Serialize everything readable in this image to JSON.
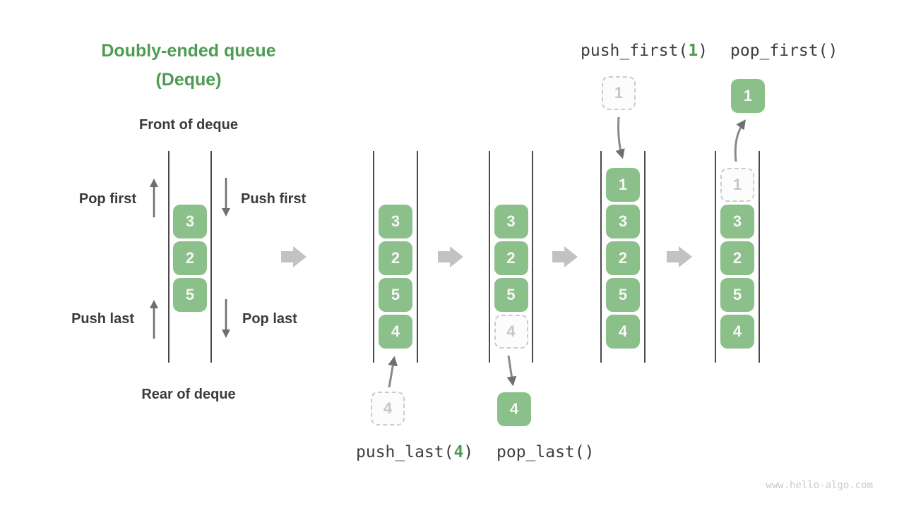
{
  "header": {
    "title_line1": "Doubly-ended queue",
    "title_line2": "(Deque)"
  },
  "left_diagram": {
    "front_label": "Front of deque",
    "rear_label": "Rear of deque",
    "pop_first_label": "Pop first",
    "push_first_label": "Push first",
    "push_last_label": "Push last",
    "pop_last_label": "Pop last"
  },
  "code_labels": {
    "push_last_prefix": "push_last(",
    "push_last_arg": "4",
    "push_last_suffix": ")",
    "pop_last": "pop_last()",
    "push_first_prefix": "push_first(",
    "push_first_arg": "1",
    "push_first_suffix": ")",
    "pop_first": "pop_first()"
  },
  "queues": [
    {
      "name": "deque-initial",
      "cells": [
        {
          "value": "3",
          "state": "filled"
        },
        {
          "value": "2",
          "state": "filled"
        },
        {
          "value": "5",
          "state": "filled"
        }
      ]
    },
    {
      "name": "deque-after-push-last",
      "cells": [
        {
          "value": "3",
          "state": "filled"
        },
        {
          "value": "2",
          "state": "filled"
        },
        {
          "value": "5",
          "state": "filled"
        },
        {
          "value": "4",
          "state": "filled"
        }
      ]
    },
    {
      "name": "deque-during-pop-last",
      "cells": [
        {
          "value": "3",
          "state": "filled"
        },
        {
          "value": "2",
          "state": "filled"
        },
        {
          "value": "5",
          "state": "filled"
        },
        {
          "value": "4",
          "state": "ghost"
        }
      ]
    },
    {
      "name": "deque-after-push-first",
      "cells": [
        {
          "value": "1",
          "state": "filled"
        },
        {
          "value": "3",
          "state": "filled"
        },
        {
          "value": "2",
          "state": "filled"
        },
        {
          "value": "5",
          "state": "filled"
        },
        {
          "value": "4",
          "state": "filled"
        }
      ]
    },
    {
      "name": "deque-during-pop-first",
      "cells": [
        {
          "value": "1",
          "state": "ghost"
        },
        {
          "value": "3",
          "state": "filled"
        },
        {
          "value": "2",
          "state": "filled"
        },
        {
          "value": "5",
          "state": "filled"
        },
        {
          "value": "4",
          "state": "filled"
        }
      ]
    }
  ],
  "floating_cells": {
    "push_last_incoming": {
      "value": "4",
      "state": "ghost"
    },
    "pop_last_result": {
      "value": "4",
      "state": "filled"
    },
    "push_first_incoming": {
      "value": "1",
      "state": "ghost"
    },
    "pop_first_result": {
      "value": "1",
      "state": "filled"
    }
  },
  "watermark": "www.hello-algo.com",
  "colors": {
    "title_green": "#4e9b52",
    "cell_green": "#8cc08a",
    "cell_text": "#f7f7f7",
    "label_dark": "#3b3b3b",
    "code_text": "#3d3d3d",
    "code_arg_green": "#4e9b52",
    "ghost_border": "#cccccc",
    "ghost_text": "#c6c6c6",
    "wall_line": "#4a4a4a",
    "thin_arrow": "#757575",
    "block_arrow": "#c2c2c2",
    "watermark_gray": "#c9c9c9"
  }
}
